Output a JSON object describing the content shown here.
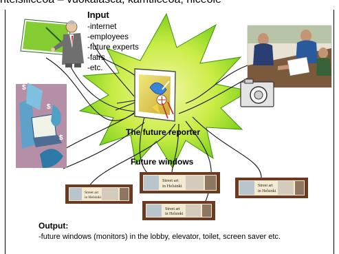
{
  "header": {
    "cut_text": "ntelsiliceoa – vuokalasca, kamtllceoa, riiceole"
  },
  "input": {
    "title": "Input",
    "items": [
      "-internet",
      "-employees",
      "-future experts",
      "-fairs",
      "-etc."
    ]
  },
  "center": {
    "label": "The future reporter",
    "icon": "computer-reporter-icon",
    "starburst_color": "#88d818"
  },
  "future_windows": {
    "label": "Future windows",
    "sign_text_line1": "Street art",
    "sign_text_line2": "in Helsinki",
    "frame_color": "#6b3a22"
  },
  "clipart": {
    "presenter": "presenter-icon",
    "meeting": "meeting-photo",
    "camera": "camera-icon",
    "money_hand": "money-computer-icon"
  },
  "output": {
    "title": "Output:",
    "text": "-future windows (monitors)  in the lobby, elevator, toilet, screen saver etc."
  }
}
